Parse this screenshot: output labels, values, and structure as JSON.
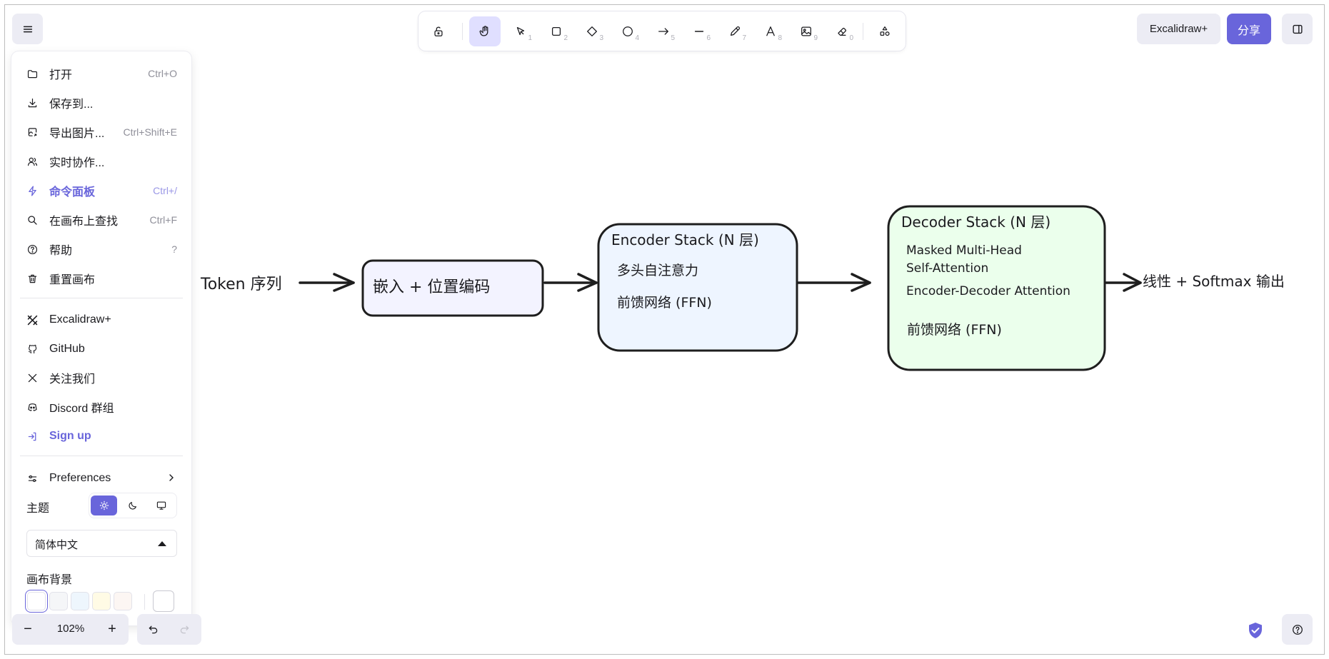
{
  "toolbar": {
    "tools": [
      {
        "name": "lock-tool",
        "key": ""
      },
      {
        "name": "hand-tool",
        "key": ""
      },
      {
        "name": "selection-tool",
        "key": "1"
      },
      {
        "name": "rectangle-tool",
        "key": "2"
      },
      {
        "name": "diamond-tool",
        "key": "3"
      },
      {
        "name": "ellipse-tool",
        "key": "4"
      },
      {
        "name": "arrow-tool",
        "key": "5"
      },
      {
        "name": "line-tool",
        "key": "6"
      },
      {
        "name": "pencil-tool",
        "key": "7"
      },
      {
        "name": "text-tool",
        "key": "8"
      },
      {
        "name": "image-tool",
        "key": "9"
      },
      {
        "name": "eraser-tool",
        "key": "0"
      },
      {
        "name": "more-shapes-tool",
        "key": ""
      }
    ],
    "active_tool": "hand-tool"
  },
  "header": {
    "plus_label": "Excalidraw+",
    "share_label": "分享"
  },
  "menu": {
    "items": [
      {
        "label": "打开",
        "shortcut": "Ctrl+O",
        "icon": "folder-icon"
      },
      {
        "label": "保存到...",
        "shortcut": "",
        "icon": "download-icon"
      },
      {
        "label": "导出图片...",
        "shortcut": "Ctrl+Shift+E",
        "icon": "export-image-icon"
      },
      {
        "label": "实时协作...",
        "shortcut": "",
        "icon": "users-icon"
      },
      {
        "label": "命令面板",
        "shortcut": "Ctrl+/",
        "icon": "bolt-icon"
      },
      {
        "label": "在画布上查找",
        "shortcut": "Ctrl+F",
        "icon": "search-icon"
      },
      {
        "label": "帮助",
        "shortcut": "?",
        "icon": "help-icon"
      },
      {
        "label": "重置画布",
        "shortcut": "",
        "icon": "trash-icon"
      },
      {
        "label": "Excalidraw+",
        "shortcut": "",
        "icon": "excalidraw-plus-icon"
      },
      {
        "label": "GitHub",
        "shortcut": "",
        "icon": "github-icon"
      },
      {
        "label": "关注我们",
        "shortcut": "",
        "icon": "x-icon"
      },
      {
        "label": "Discord 群组",
        "shortcut": "",
        "icon": "discord-icon"
      },
      {
        "label": "Sign up",
        "shortcut": "",
        "icon": "sign-up-icon"
      },
      {
        "label": "Preferences",
        "shortcut": "",
        "icon": "preferences-icon"
      }
    ],
    "theme_label": "主题",
    "theme_selected": "light",
    "language": "简体中文",
    "canvas_bg_label": "画布背景",
    "bg_swatches": [
      "#ffffff",
      "#f8f9fa",
      "#f5faff",
      "#fffce8",
      "#fdf8f6"
    ],
    "bg_selected": "#ffffff",
    "accent_color": "#6965db"
  },
  "footer": {
    "zoom": "102%",
    "zoom_out": "−",
    "zoom_in": "+"
  },
  "canvas": {
    "input_label": "Token 序列",
    "embed_box": "嵌入 + 位置编码",
    "encoder_title": "Encoder Stack (N 层)",
    "encoder_items": [
      "多头自注意力",
      "前馈网络 (FFN)"
    ],
    "decoder_title": "Decoder Stack (N 层)",
    "decoder_items": [
      "Masked Multi-Head",
      "Self-Attention",
      "Encoder-Decoder Attention",
      "前馈网络 (FFN)"
    ],
    "output_label": "线性 + Softmax 输出",
    "colors": {
      "embed_fill": "#f3f3ff",
      "encoder_fill": "#eef5ff",
      "decoder_fill": "#ebffec",
      "stroke": "#1e1e1e"
    }
  }
}
